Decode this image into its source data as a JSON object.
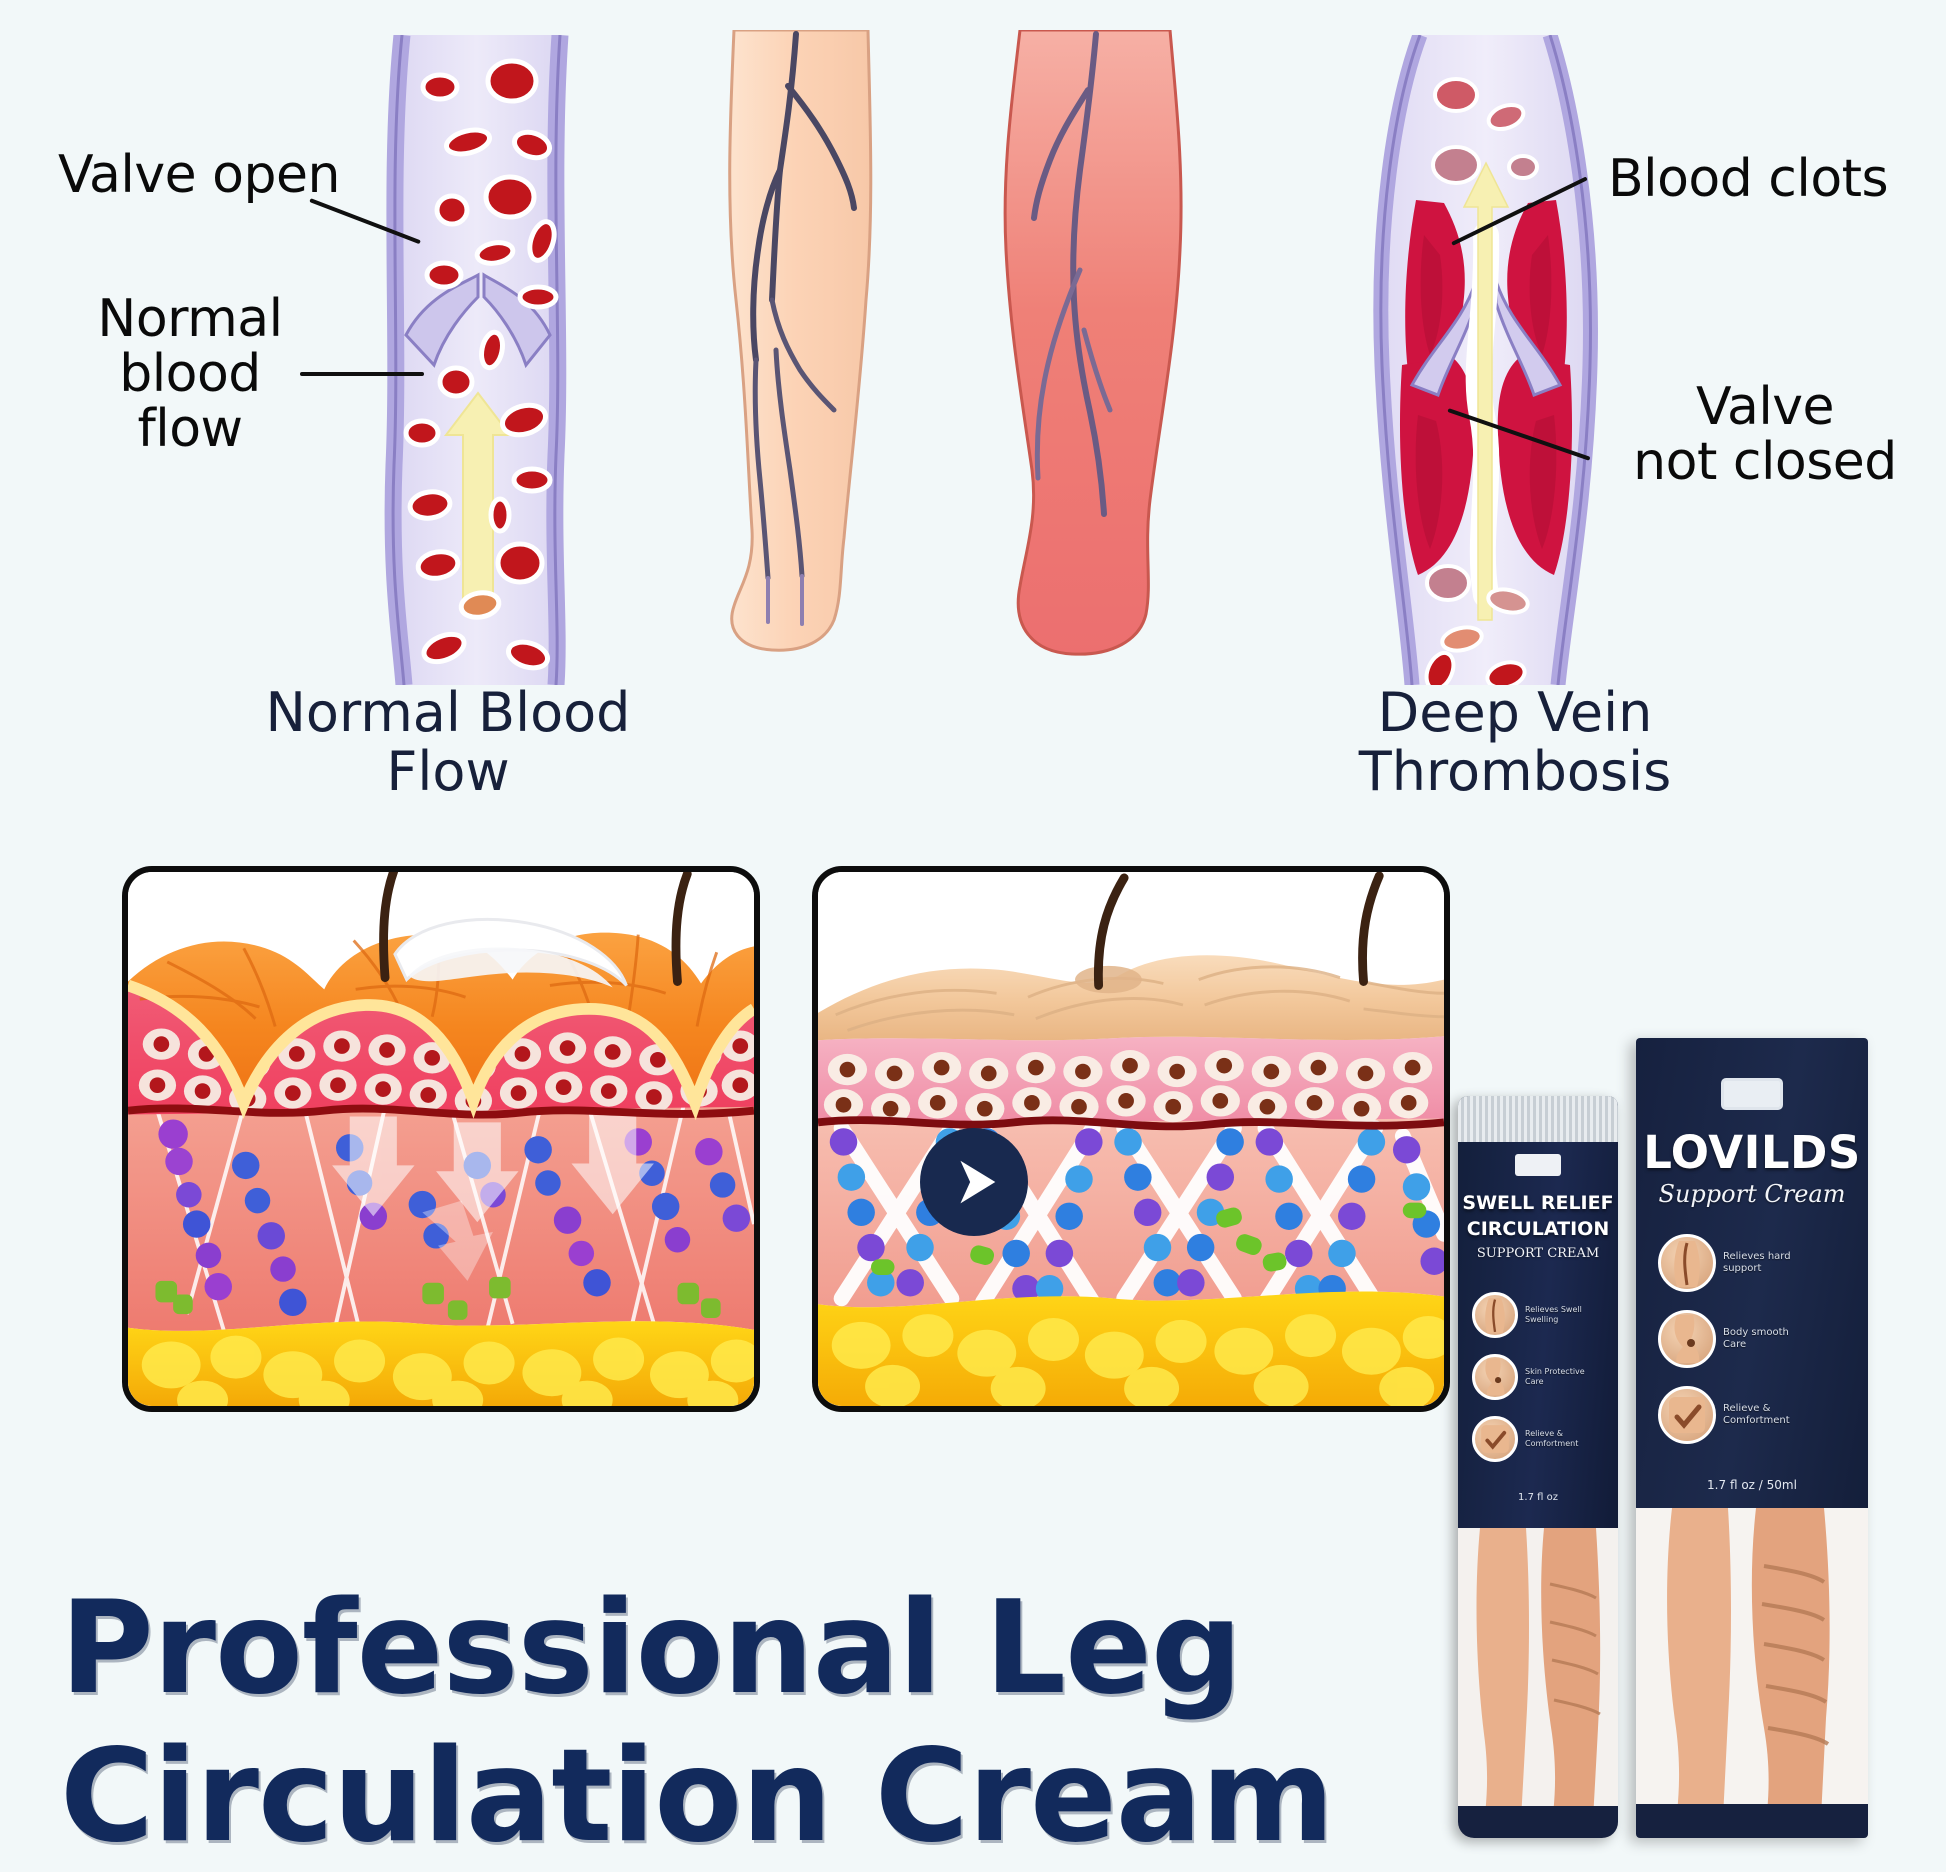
{
  "page": {
    "background_color": "#f2f8f9",
    "title_color": "#122a5c",
    "caption_color": "#17203a",
    "accent_navy": "#18294f"
  },
  "headline": {
    "text": "Professional Leg\nCirculation Cream",
    "line1": "Professional Leg",
    "line2": "Circulation Cream"
  },
  "diagram": {
    "callouts": [
      {
        "id": "valve-open",
        "text": "Valve open"
      },
      {
        "id": "normal-blood-flow",
        "text": "Normal\nblood flow"
      },
      {
        "id": "blood-clots",
        "text": "Blood clots"
      },
      {
        "id": "valve-not-closed",
        "text": "Valve\nnot closed"
      }
    ],
    "captions": [
      {
        "id": "normal-blood-flow-caption",
        "text": "Normal Blood\nFlow"
      },
      {
        "id": "deep-vein-thrombosis-caption",
        "text": "Deep Vein\nThrombosis"
      }
    ],
    "legs": [
      {
        "id": "healthy-leg",
        "condition": "normal",
        "skin_color": "#fad7bd"
      },
      {
        "id": "swollen-leg",
        "condition": "deep vein thrombosis",
        "skin_color": "#ef7f7f"
      }
    ],
    "vessels": [
      {
        "id": "normal-vein",
        "wall_color": "#b0a7e0",
        "lumen_color": "#e6e2f7",
        "cell_color": "#c1161c",
        "flow_arrow_color": "#f7f0b2"
      },
      {
        "id": "dvt-vein",
        "wall_color": "#b0a7e0",
        "lumen_color": "#e6e2f7",
        "clot_color": "#cf1340",
        "flow_arrow_color": "#f7f0b2"
      }
    ]
  },
  "skin_panels": {
    "transition_icon": "play-arrow-icon",
    "before": {
      "id": "skin-before",
      "label": "damaged skin cross-section",
      "surface_color": "#f6871f",
      "epidermis_color": "#ef4d6a",
      "dermis_color": "#f08a7e",
      "fat_color": "#f7c40b",
      "has_cream_dollop": true
    },
    "after": {
      "id": "skin-after",
      "label": "repaired skin cross-section",
      "surface_color": "#f2c79a",
      "epidermis_color": "#f2a0b5",
      "dermis_color": "#f3a79b",
      "fat_color": "#f9c40c",
      "has_collagen_mesh": true
    }
  },
  "product": {
    "box": {
      "brand": "LOVILDS",
      "subtitle": "Support Cream",
      "net_weight": "1.7 fl oz / 50ml",
      "bullets": [
        {
          "icon": "leg-vein-icon",
          "text": "Relieves hard\nsupport"
        },
        {
          "icon": "leg-massage-icon",
          "text": "Body smooth\nCare"
        },
        {
          "icon": "leg-check-icon",
          "text": "Relieve &\nComfortment"
        }
      ]
    },
    "tube": {
      "line1": "SWELL RELIEF",
      "line2": "CIRCULATION",
      "line3": "SUPPORT CREAM",
      "net_weight": "1.7 fl oz",
      "bullets": [
        {
          "icon": "leg-vein-icon",
          "text": "Relieves Swell\nSwelling"
        },
        {
          "icon": "leg-massage-icon",
          "text": "Skin Protective\nCare"
        },
        {
          "icon": "leg-check-icon",
          "text": "Relieve &\nComfortment"
        }
      ]
    }
  }
}
